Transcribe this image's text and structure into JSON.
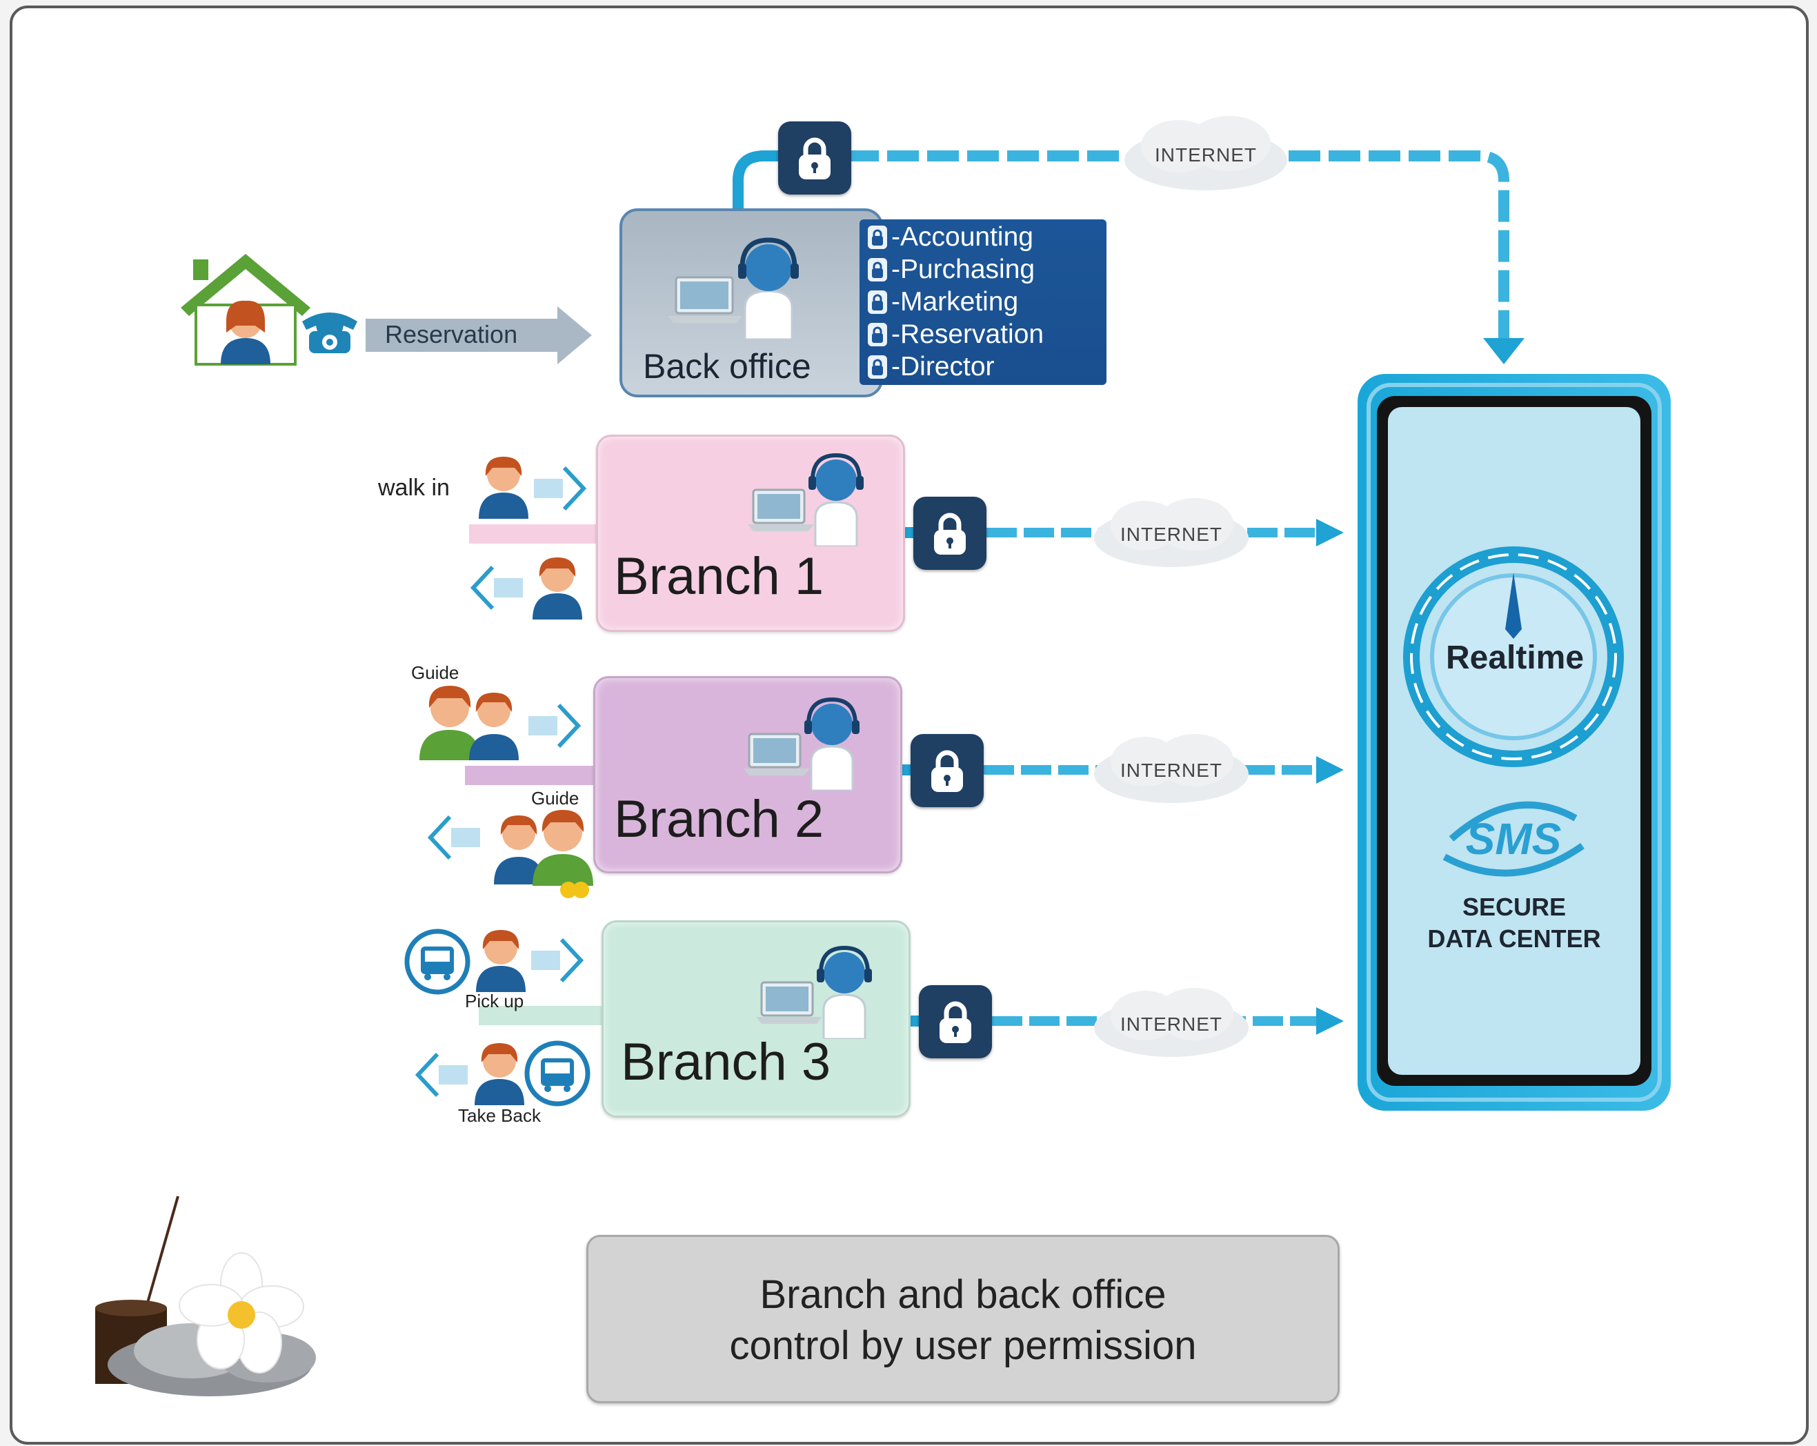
{
  "internet": [
    "INTERNET",
    "INTERNET",
    "INTERNET",
    "INTERNET"
  ],
  "reservation_label": "Reservation",
  "back_office": {
    "label": "Back office",
    "departments": [
      "-Accounting",
      "-Purchasing",
      "-Marketing",
      "-Reservation",
      "-Director"
    ]
  },
  "branches": [
    {
      "label": "Branch 1",
      "color": "#f6cfe2",
      "in_label": "walk in"
    },
    {
      "label": "Branch 2",
      "color": "#d9b5db",
      "in_label": "Guide",
      "out_label": "Guide"
    },
    {
      "label": "Branch 3",
      "color": "#cbe9dd",
      "in_label": "Pick up",
      "out_label": "Take Back"
    }
  ],
  "data_center": {
    "realtime": "Realtime",
    "logo_text": "SMS",
    "title_line1": "SECURE",
    "title_line2": "DATA CENTER"
  },
  "caption": {
    "line1": "Branch and back office",
    "line2": "control by user permission"
  },
  "colors": {
    "flow_blue": "#1fa2d4",
    "lock_box": "#1f3f63",
    "dept_blue": "#1c5698",
    "datacenter_fill": "#bfe4f2",
    "caption_bg": "#d3d3d3"
  }
}
